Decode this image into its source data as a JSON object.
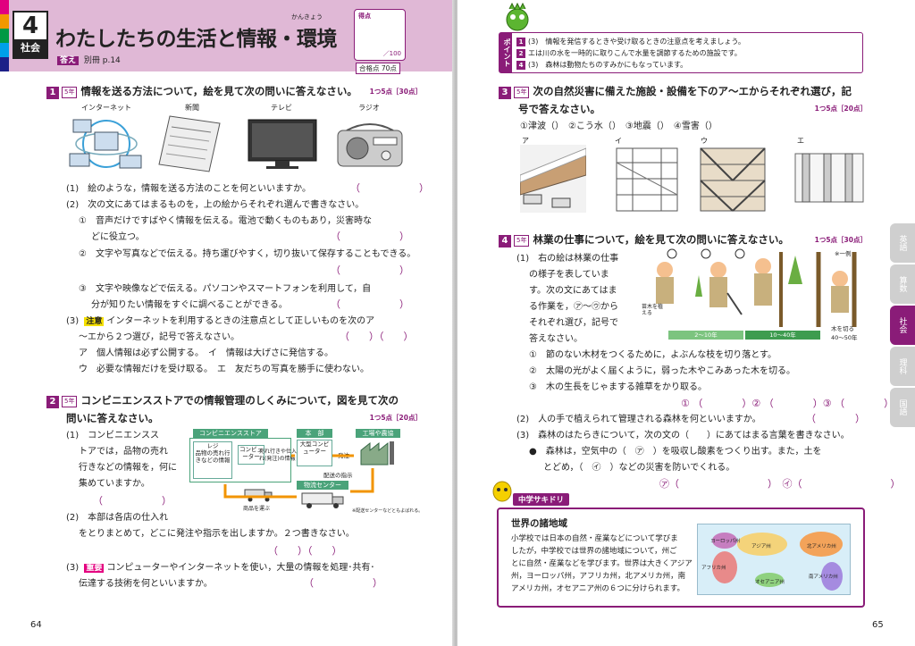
{
  "left": {
    "unit_number": "4",
    "subject": "社会",
    "title": "わたしたちの生活と情報・環境",
    "title_ruby": "かんきょう",
    "score_label": "得点",
    "score_total": "／100",
    "pass_line": "合格点 70点",
    "answer_badge": "答え",
    "answer_ref": "別冊 p.14",
    "q1": {
      "num": "1",
      "grade": "5年",
      "title": "情報を送る方法について，絵を見て次の問いに答えなさい。",
      "points": "1つ5点［30点］",
      "captions": [
        "インターネット",
        "新聞",
        "テレビ",
        "ラジオ"
      ],
      "lines": [
        "(1)　絵のような，情報を送る方法のことを何といいますか。",
        "(2)　次の文にあてはまるものを，上の絵からそれぞれ選んで書きなさい。",
        "①　音声だけですばやく情報を伝える。電池で動くものもあり，災害時な",
        "どに役立つ。",
        "②　文字や写真などで伝える。持ち運びやすく，切り抜いて保存することもできる。",
        "③　文字や映像などで伝える。パソコンやスマートフォンを利用して，自",
        "分が知りたい情報をすぐに調べることができる。",
        "(3)",
        "インターネットを利用するときの注意点として正しいものを次のア",
        "〜エから２つ選び，記号で答えなさい。",
        "ア　個人情報は必ず公開する。　イ　情報は大げさに発信する。",
        "ウ　必要な情報だけを受け取る。　エ　友だちの写真を勝手に使わない。"
      ],
      "caution_label": "注意"
    },
    "q2": {
      "num": "2",
      "grade": "5年",
      "title": "コンビニエンスストアでの情報管理のしくみについて，図を見て次の",
      "title2": "問いに答えなさい。",
      "points": "1つ5点［20点］",
      "lines": [
        "(1)　コンビニエンスス",
        "トアでは，品物の売れ",
        "行きなどの情報を，何に",
        "集めていますか。",
        "(2)　本部は各店の仕入れ",
        "をとりまとめて，どこに発注や指示を出しますか。２つ書きなさい。",
        "(3)",
        "コンピューターやインターネットを使い，大量の情報を処理･共有･",
        "伝達する技術を何といいますか。"
      ],
      "important_label": "重要",
      "diagram": {
        "store": "コンビニエンスストア",
        "register": "レジ",
        "register_sub": "品物の売れ行きなどの情報",
        "computer": "コンピューター",
        "sales_info": "売れ行きや仕入れ(発注)の情報",
        "honbu": "本　部",
        "big_computer": "大型コンピューター",
        "order": "発注",
        "factory": "工場や農協",
        "delivery": "配送の指示",
        "center": "物流センター",
        "carry": "商品を運ぶ",
        "note": "※配送センターなどともよばれる。"
      }
    },
    "page_number": "64"
  },
  "right": {
    "point_label": "ポイント",
    "points": [
      {
        "num": "1",
        "sub": "(3)",
        "text": "情報を発信するときや受け取るときの注意点を考えましょう。"
      },
      {
        "num": "2",
        "sub": "",
        "text": "エは川の水を一時的に取りこんで水量を調節するための施設です。"
      },
      {
        "num": "4",
        "sub": "(3)",
        "text": "森林は動物たちのすみかにもなっています。"
      }
    ],
    "q3": {
      "num": "3",
      "grade": "5年",
      "title": "次の自然災害に備えた施設・設備を下のア〜エからそれぞれ選び，記",
      "title2": "号で答えなさい。",
      "points": "1つ5点［20点］",
      "items": [
        "①津波（",
        "）　②こう水（",
        "）　③地震（",
        "）　④雪害（",
        "）"
      ],
      "labels": [
        "ア",
        "イ",
        "ウ",
        "エ"
      ]
    },
    "q4": {
      "num": "4",
      "grade": "5年",
      "title": "林業の仕事について，絵を見て次の問いに答えなさい。",
      "points": "1つ5点［30点］",
      "lines": [
        "(1)　右の絵は林業の仕事",
        "の様子を表していま",
        "す。次の文にあてはま",
        "る作業を，㋐〜㋒から",
        "それぞれ選び，記号で",
        "答えなさい。",
        "①　節のない木材をつくるために，よぶんな枝を切り落とす。",
        "②　太陽の光がよく届くように，弱った木やこみあった木を切る。",
        "③　木の生長をじゃまする雑草をかり取る。",
        "① （　　　　）② （　　　　）③ （　　　　）",
        "(2)　人の手で植えられて管理される森林を何といいますか。",
        "(3)　森林のはたらきについて，次の文の（　　）にあてはまる言葉を書きなさい。",
        "●　森林は，空気中の（　㋐　）を吸収し酸素をつくり出す。また，土を",
        "とどめ，（　㋑　）などの災害を防いでくれる。",
        "㋐（　　　　　　　　　）　㋑（　　　　　　　　　）"
      ],
      "illust": {
        "planting": "苗木を植える",
        "years1": "2〜10年",
        "years2": "10〜40年",
        "cut": "木を切る",
        "years3": "40〜50年",
        "example": "※一例"
      }
    },
    "column": {
      "badge": "中学サキドリ",
      "heading": "世界の諸地域",
      "text": [
        "小学校では日本の自然・産業などについて学びま",
        "したが，中学校では世界の諸地域について，州ご",
        "とに自然・産業などを学びます。世界は大きくアジア",
        "州，ヨーロッパ州，アフリカ州，北アメリカ州，南",
        "アメリカ州，オセアニア州の６つに分けられます。"
      ],
      "map_labels": [
        "ヨーロッパ州",
        "アジア州",
        "北アメリカ州",
        "アフリカ州",
        "南アメリカ州",
        "オセアニア州"
      ]
    },
    "tabs": [
      "英語",
      "算数",
      "社会",
      "理科",
      "国語"
    ],
    "page_number": "65"
  }
}
